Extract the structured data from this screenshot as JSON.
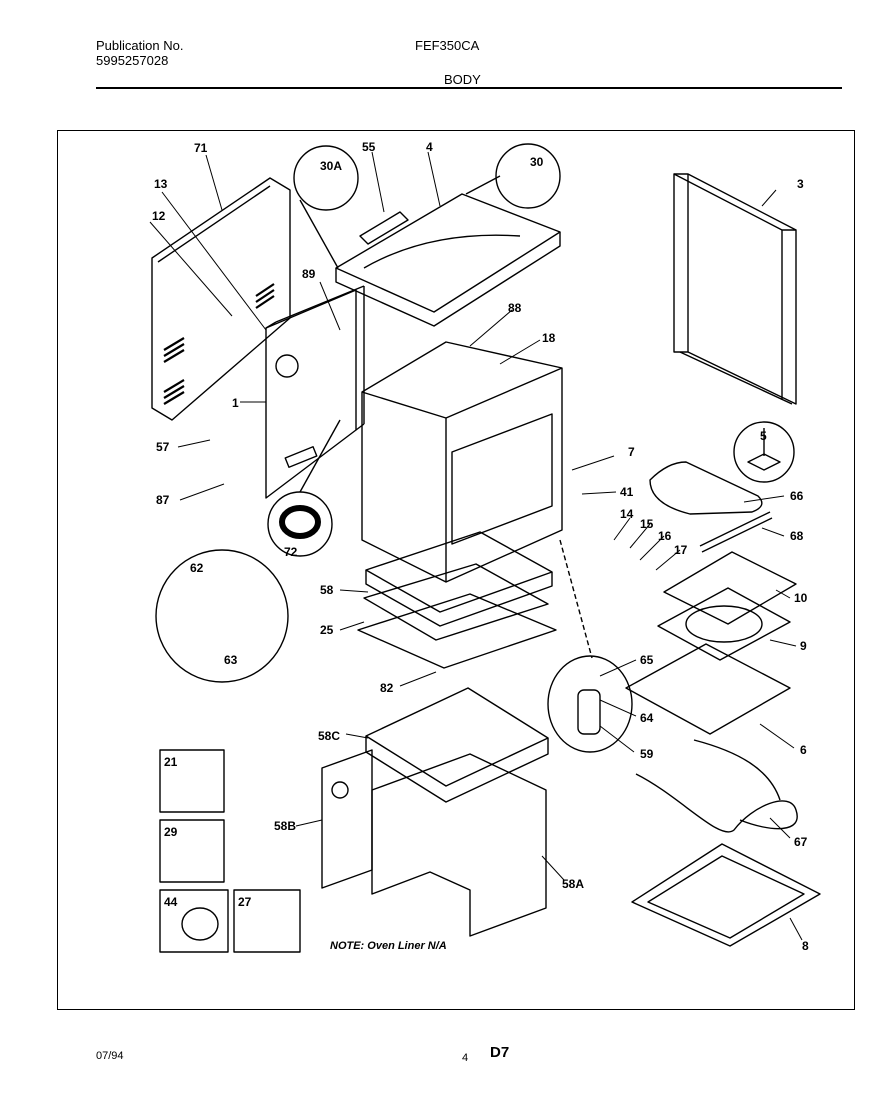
{
  "header": {
    "publication_label": "Publication No.",
    "publication_number": "5995257028",
    "model": "FEF350CA",
    "section": "BODY"
  },
  "note": "NOTE: Oven Liner N/A",
  "footer": {
    "date": "07/94",
    "page_number": "4",
    "page_code": "D7"
  },
  "parts": {
    "p71": "71",
    "p13": "13",
    "p12": "12",
    "p30A": "30A",
    "p55": "55",
    "p4": "4",
    "p30": "30",
    "p3": "3",
    "p89": "89",
    "p88": "88",
    "p18": "18",
    "p1": "1",
    "p57": "57",
    "p87": "87",
    "p7": "7",
    "p5": "5",
    "p41": "41",
    "p66": "66",
    "p14": "14",
    "p15": "15",
    "p16": "16",
    "p68": "68",
    "p17": "17",
    "p72": "72",
    "p62": "62",
    "p58": "58",
    "p10": "10",
    "p25": "25",
    "p9": "9",
    "p63": "63",
    "p65": "65",
    "p82": "82",
    "p64": "64",
    "p6": "6",
    "p58C": "58C",
    "p59": "59",
    "p21": "21",
    "p29": "29",
    "p58B": "58B",
    "p67": "67",
    "p58A": "58A",
    "p44": "44",
    "p27": "27",
    "p8": "8"
  }
}
